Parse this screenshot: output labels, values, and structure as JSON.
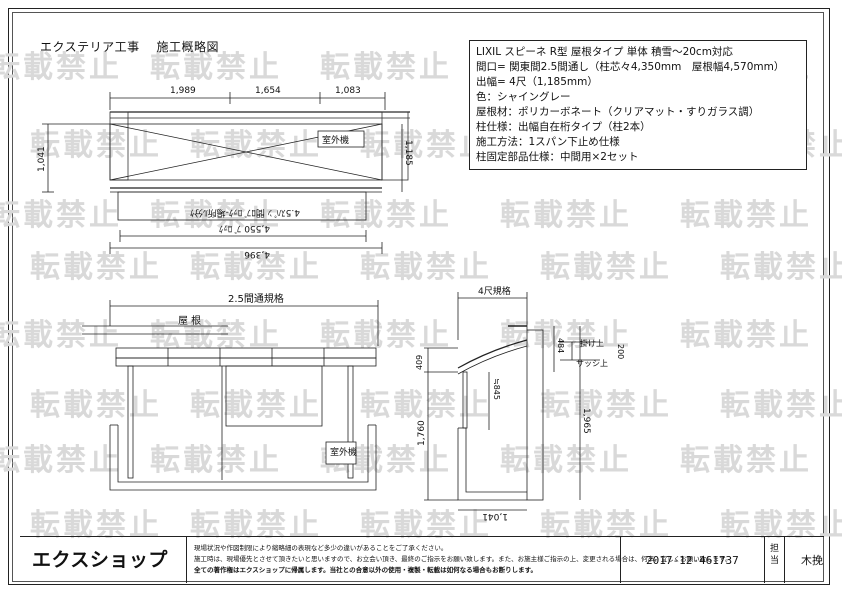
{
  "header": {
    "title": "エクステリア工事　 施工概略図"
  },
  "spec": {
    "lines": [
      "LIXIL スピーネ R型 屋根タイプ 単体 積雪～20cm対応",
      "間口= 関東間2.5間通し（柱芯々4,350mm　屋根幅4,570mm）",
      "出幅= 4尺（1,185mm）",
      "色：シャイングレー",
      "屋根材：ポリカーボネート（クリアマット・すりガラス調）",
      "柱仕様：出幅自在桁タイプ（柱2本）",
      "施工方法：1スパン下止め仕様",
      "柱固定部品仕様：中間用×2セット"
    ]
  },
  "plan": {
    "dim_1": "1,989",
    "dim_2": "1,654",
    "dim_3": "1,083",
    "dim_left": "1,041",
    "dim_right": "1,185",
    "outdoor_unit": "室外機",
    "flipped_note": "4.5ｽﾊﾟﾝ 間ﾛﾌﾞﾛｯｸ-場所ﾙ分ｹ",
    "dim_4550": "4,550 ﾌﾞﾛｯｸ",
    "dim_4396": "4,396"
  },
  "front": {
    "span_label": "2.5間通規格",
    "roof_label": "屋 根",
    "outdoor_unit": "室外機"
  },
  "side": {
    "label": "4尺規格",
    "dim_409": "409",
    "dim_1760": "1,760",
    "dim_845": "≒845",
    "dim_484": "484",
    "dim_200": "200",
    "dim_1965": "1,965",
    "dim_1041": "1,041",
    "kake_label": "掛け上",
    "sash_label": "サッシ上"
  },
  "watermark": {
    "text": "転載禁止"
  },
  "footer": {
    "logo": "エクスショップ",
    "notes": [
      "現場状況や作図制限により縮略細の表現など多少の違いがあることをご了承ください。",
      "施工時は、現場優先とさせて頂きたいと思いますので、お立会い頂き、最終のご指示をお願い致します。",
      "全ての著作権はエクスショップに帰属します。当社との合意以外の使用・複製・転載は如何なる場合もお断りします。"
    ],
    "note_2_suffix": "また、お施主様ご指示の上、変更される場合は、何卒、宜しくお願い致します。",
    "doc_no": "2017-12-461737",
    "tanto": "担当",
    "person": "木挽"
  }
}
